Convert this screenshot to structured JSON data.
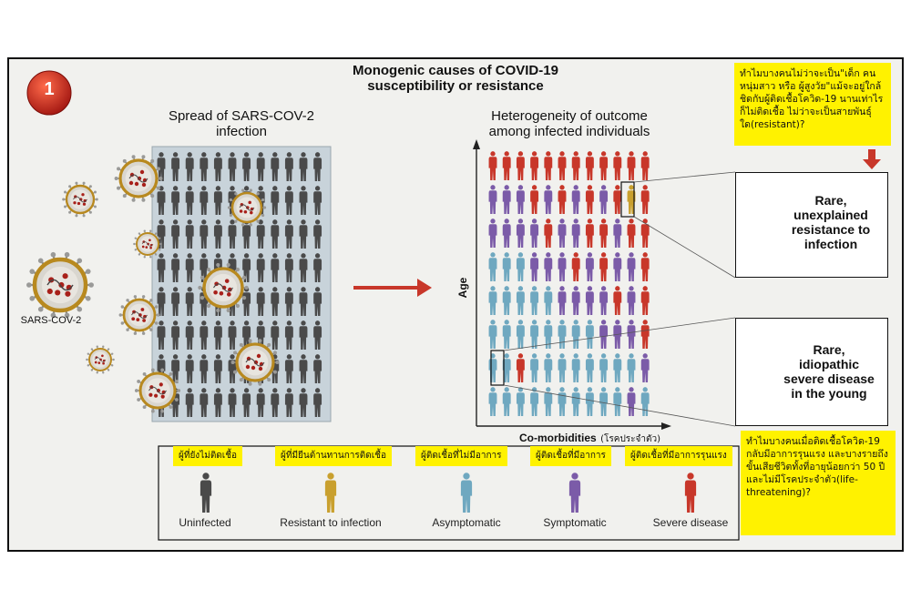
{
  "badge": "1",
  "title": {
    "line1": "Monogenic causes of COVID-19",
    "line2": "susceptibility or resistance"
  },
  "spread": {
    "line1": "Spread of SARS-COV-2",
    "line2": "infection"
  },
  "virus_label": "SARS-COV-2",
  "outcome": {
    "line1": "Heterogeneity of outcome",
    "line2": "among infected individuals"
  },
  "axes": {
    "y": "Age",
    "x": "Co-morbidities",
    "x_thai": "(โรคประจำตัว)"
  },
  "callout_resist": {
    "line1": "Rare,",
    "line2": "unexplained",
    "line3": "resistance to",
    "line4": "infection"
  },
  "callout_severe": {
    "line1": "Rare,",
    "line2": "idiopathic",
    "line3": "severe disease",
    "line4": "in the young"
  },
  "note_top": "ทำไมบางคนไม่ว่าจะเป็น\"เด็ก คนหนุ่มสาว หรือ ผู้สูงวัย\"แม้จะอยู่ใกล้ชิดกับผู้ติดเชื้อโควิด-19 นานเท่าไรก็ไม่ติดเชื้อ ไม่ว่าจะเป็นสายพันธุ์ใด(resistant)?",
  "note_bottom": "ทำไมบางคนเมื่อติดเชื้อโควิด-19 กลับมีอาการรุนแรง และบางรายถึงขั้นเสียชีวิตทั้งที่อายุน้อยกว่า 50 ปี และไม่มีโรคประจำตัว(life-threatening)?",
  "legend": [
    {
      "thai": "ผู้ที่ยังไม่ติดเชื้อ",
      "label": "Uninfected",
      "color": "#4a4a4a"
    },
    {
      "thai": "ผู้ที่มียีนต้านทานการติดเชื้อ",
      "label": "Resistant to infection",
      "color": "#c9a02e"
    },
    {
      "thai": "ผู้ติดเชื้อที่ไม่มีอาการ",
      "label": "Asymptomatic",
      "color": "#6fa8c0"
    },
    {
      "thai": "ผู้ติดเชื้อที่มีอาการ",
      "label": "Symptomatic",
      "color": "#7b5ba8"
    },
    {
      "thai": "ผู้ติดเชื้อที่มีอาการรุนแรง",
      "label": "Severe disease",
      "color": "#c8372a"
    }
  ],
  "colors": {
    "arrow": "#c8372a",
    "badge": "#c0201a",
    "grid_bg": "#c8d3da",
    "highlight": "#fff200"
  }
}
